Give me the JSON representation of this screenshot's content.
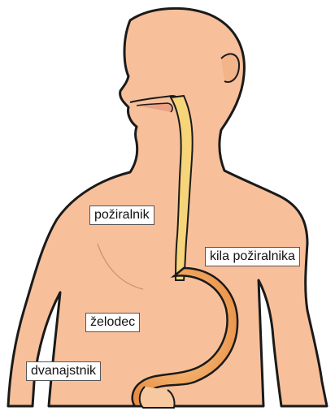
{
  "labels": {
    "esophagus": "požiralnik",
    "hiatal_hernia": "kila požiralnika",
    "stomach": "želodec",
    "duodenum": "dvanajstnik"
  },
  "colors": {
    "skin": "#f7c09a",
    "outline": "#1a1a1a",
    "esophagus": "#f6d47a",
    "stomach": "#f0a65f"
  }
}
